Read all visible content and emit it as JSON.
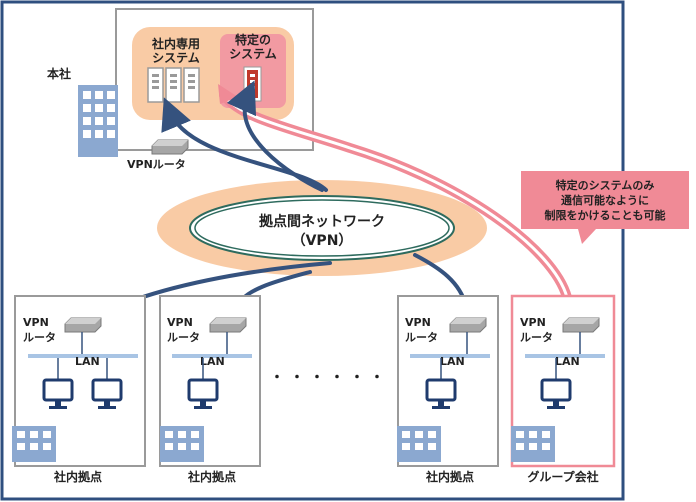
{
  "hq": {
    "label": "本社",
    "internal_system": {
      "line1": "社内専用",
      "line2": "システム"
    },
    "specific_system": {
      "line1": "特定の",
      "line2": "システム"
    },
    "router_label": "VPNルータ"
  },
  "network": {
    "line1": "拠点間ネットワーク",
    "line2": "（VPN）"
  },
  "callout": {
    "line1": "特定のシステムのみ",
    "line2": "通信可能なように",
    "line3": "制限をかけることも可能"
  },
  "sites": [
    {
      "name": "社内拠点",
      "router_line1": "VPN",
      "router_line2": "ルータ",
      "lan": "LAN"
    },
    {
      "name": "社内拠点",
      "router_line1": "VPN",
      "router_line2": "ルータ",
      "lan": "LAN"
    },
    {
      "name": "社内拠点",
      "router_line1": "VPN",
      "router_line2": "ルータ",
      "lan": "LAN"
    },
    {
      "name": "グループ会社",
      "router_line1": "VPN",
      "router_line2": "ルータ",
      "lan": "LAN"
    }
  ],
  "ellipsis": "・・・・・・",
  "colors": {
    "frame": "#2f4f7f",
    "vpn_link": "#35527e",
    "restricted_link": "#f08a96",
    "building": "#8ba8d0",
    "peach": "#f9cba5",
    "lan": "#a8c4e4"
  }
}
